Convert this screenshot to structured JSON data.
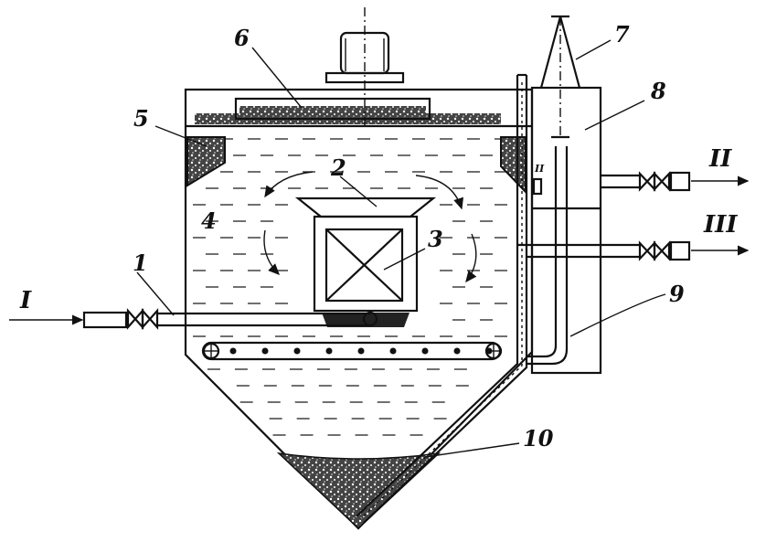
{
  "labels": {
    "n1": "1",
    "n2": "2",
    "n3": "3",
    "n4": "4",
    "n5": "5",
    "n6": "6",
    "n7": "7",
    "n8": "8",
    "n9": "9",
    "n10": "10",
    "n11": "II",
    "inlet": "I",
    "outlet_2": "II",
    "outlet_3": "III"
  },
  "colors": {
    "ink": "#111111",
    "background": "#ffffff"
  }
}
